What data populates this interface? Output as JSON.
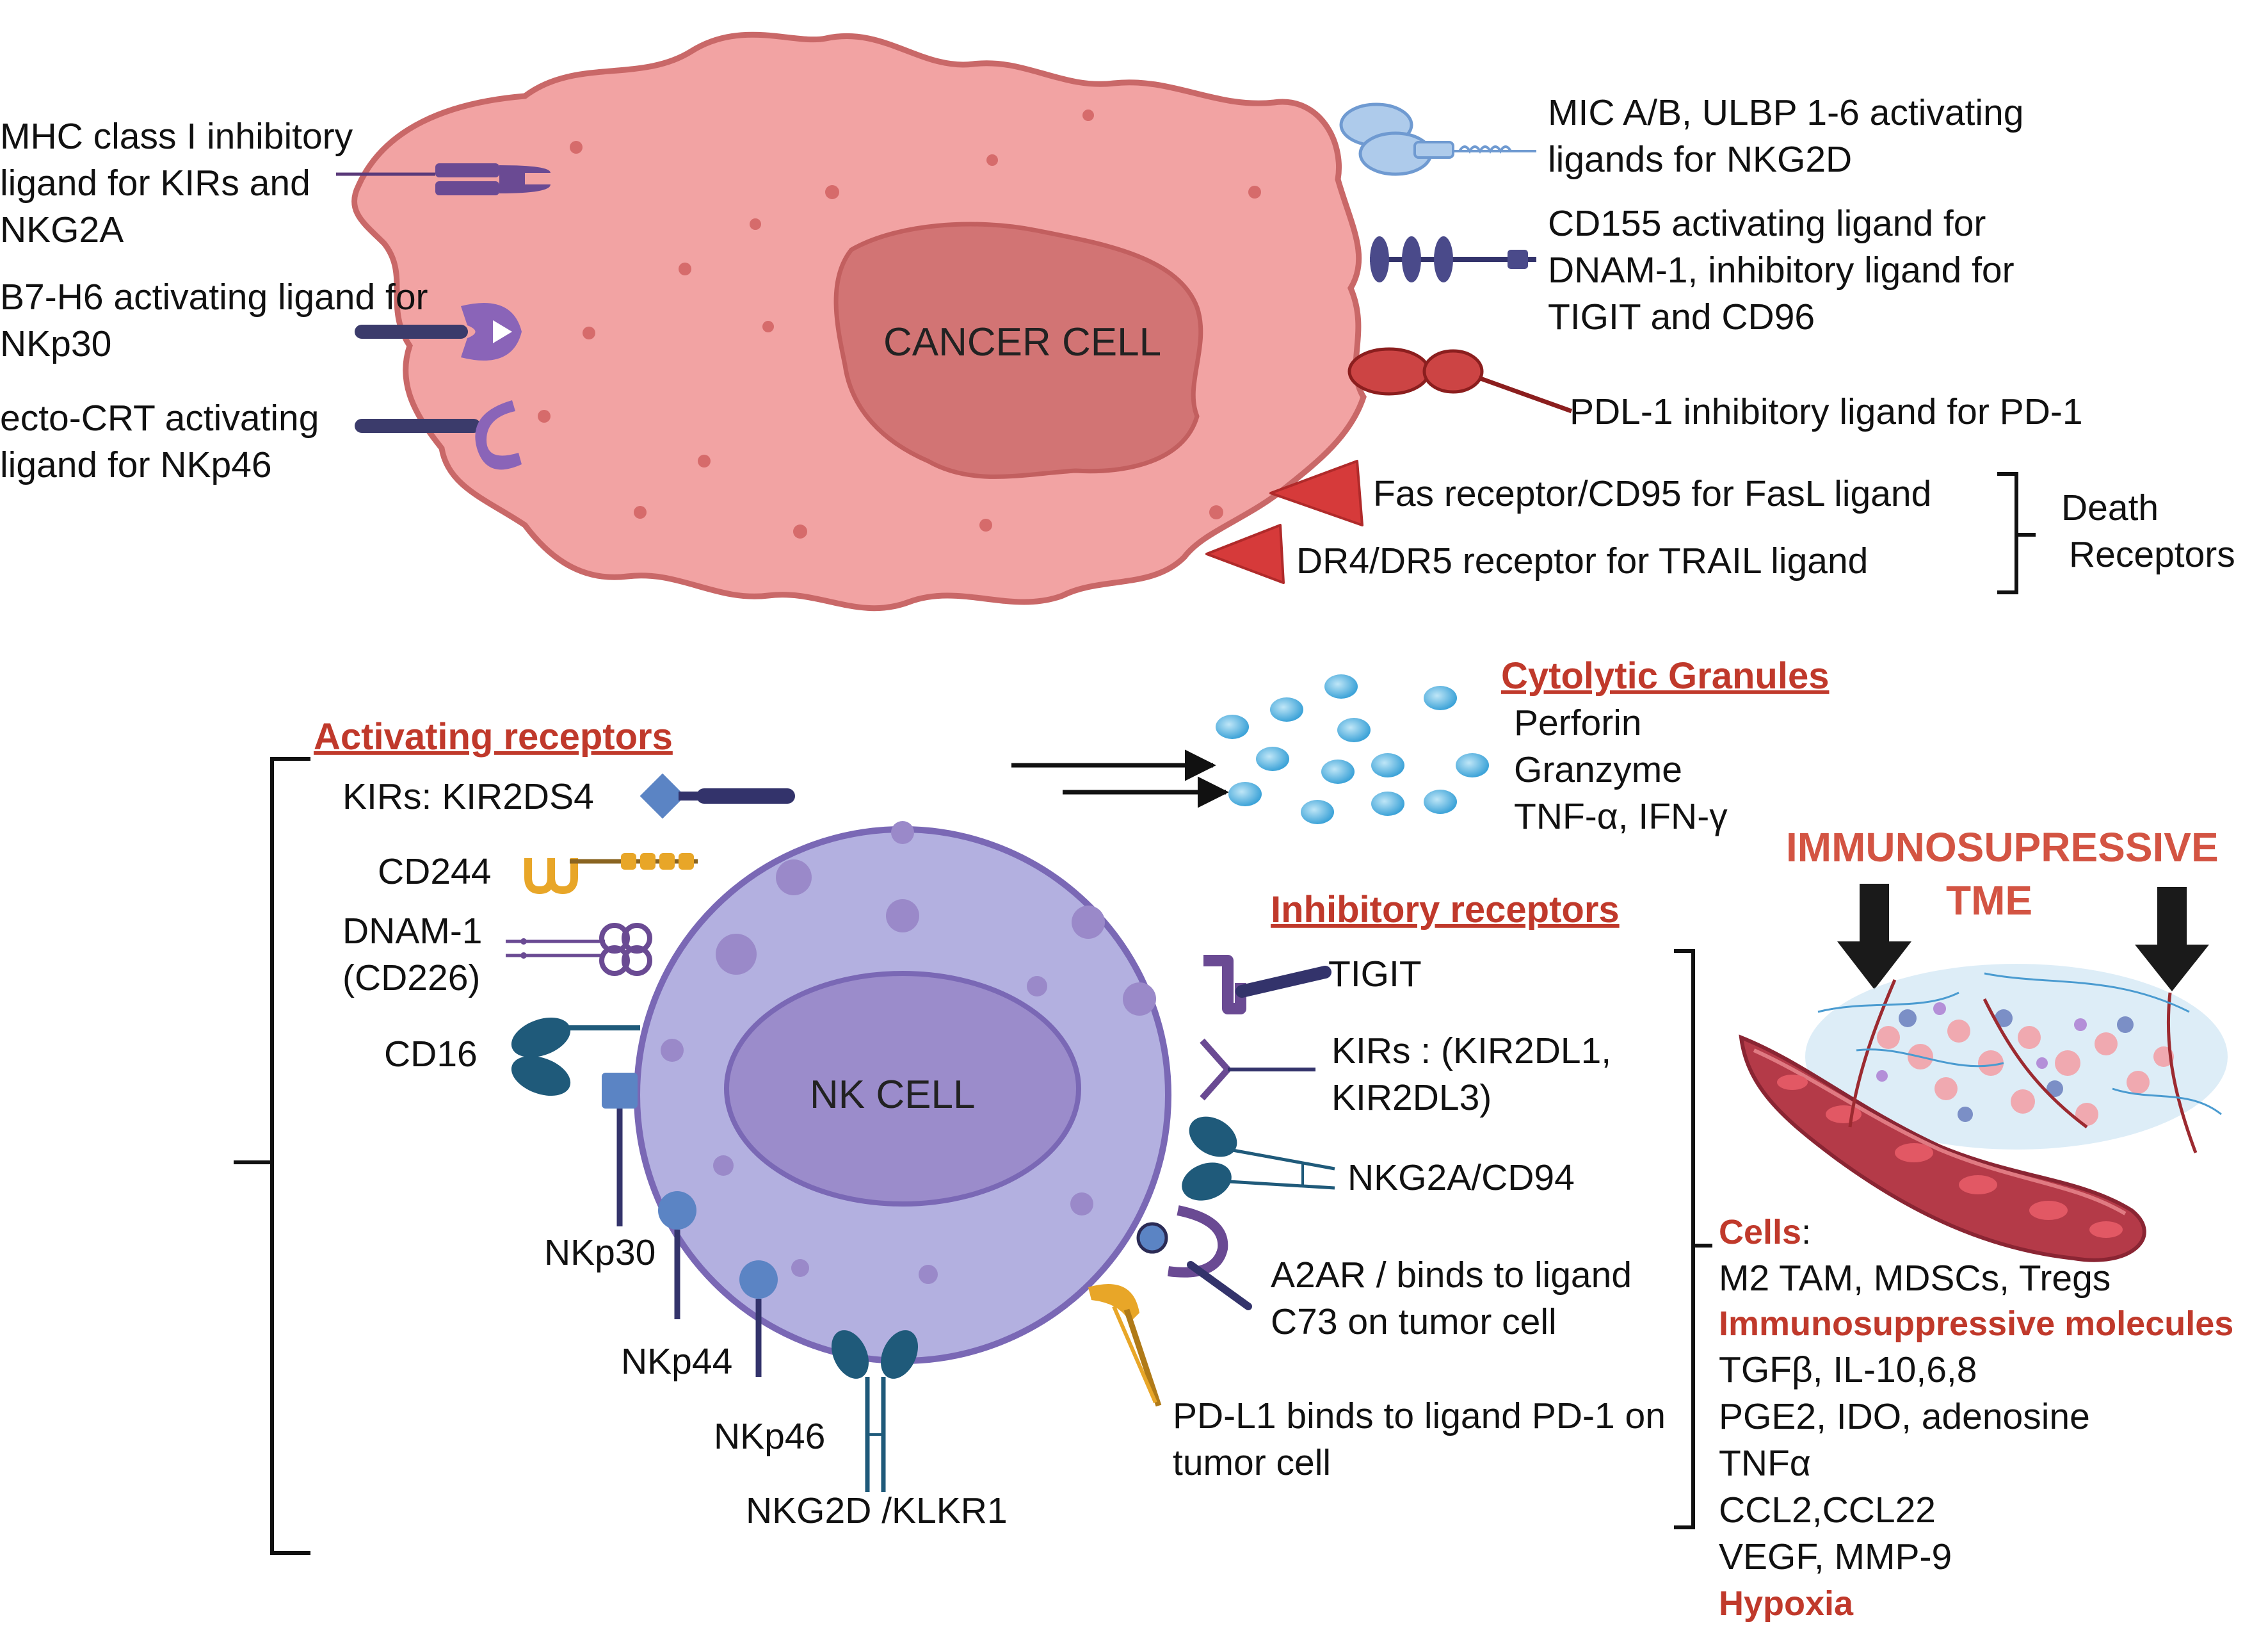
{
  "cancer_cell": {
    "title": "CANCER CELL",
    "ligands_left": {
      "mhc": [
        "MHC class I inhibitory",
        "ligand for KIRs and",
        "NKG2A"
      ],
      "b7h6": [
        "B7-H6 activating ligand for",
        "NKp30"
      ],
      "ecto_crt": [
        "ecto-CRT activating",
        "ligand for NKp46"
      ]
    },
    "ligands_right": {
      "mic": [
        "MIC A/B, ULBP 1-6 activating",
        "ligands for  NKG2D"
      ],
      "cd155": [
        "CD155  activating  ligand for",
        "DNAM-1, inhibitory ligand for",
        "TIGIT and CD96"
      ],
      "pdl1": "PDL-1 inhibitory ligand for PD-1",
      "fas": "Fas receptor/CD95 for FasL ligand",
      "dr": "DR4/DR5 receptor for TRAIL ligand"
    },
    "death_receptors": [
      "Death",
      "Receptors"
    ]
  },
  "nk_cell": {
    "title": "NK CELL",
    "activating_heading": "Activating receptors",
    "activating": {
      "kirs": "KIRs: KIR2DS4",
      "cd244": "CD244",
      "dnam": [
        "DNAM-1",
        "(CD226)"
      ],
      "cd16": "CD16",
      "nkp30": "NKp30",
      "nkp44": "NKp44",
      "nkp46": "NKp46",
      "nkg2d": "NKG2D /KLKR1"
    },
    "inhibitory_heading": "Inhibitory receptors",
    "inhibitory": {
      "tigit": "TIGIT",
      "kirs": [
        "KIRs : (KIR2DL1,",
        "KIR2DL3)"
      ],
      "nkg2a": "NKG2A/CD94",
      "a2ar": [
        "A2AR / binds to ligand",
        "C73 on  tumor cell"
      ],
      "pdl1": [
        "PD-L1 binds to ligand PD-1 on",
        "tumor cell"
      ]
    }
  },
  "granules": {
    "heading": "Cytolytic Granules",
    "items": [
      "Perforin",
      "Granzyme",
      "TNF-α, IFN-γ"
    ]
  },
  "tme": {
    "title": [
      "IMMUNOSUPRESSIVE",
      "TME"
    ],
    "cells_label": "Cells",
    "cells_colon": ":",
    "cells": "M2 TAM, MDSCs, Tregs",
    "molecules_label": "Immunosuppressive molecules",
    "molecules": [
      "TGFβ, IL-10,6,8",
      "PGE2, IDO, adenosine",
      "TNFα",
      "CCL2,CCL22",
      "VEGF, MMP-9"
    ],
    "hypoxia": "Hypoxia"
  },
  "colors": {
    "cancer_fill": "#f2a3a3",
    "cancer_stroke": "#c96868",
    "nucleus_fill": "#d27474",
    "nk_fill": "#b3b0e0",
    "nk_stroke": "#7a68b5",
    "nk_nucleus": "#9b8ccb",
    "heading_red": "#c0392b",
    "receptor_purple": "#6a4a93",
    "receptor_navy": "#33336b",
    "receptor_teal": "#1f5a7a",
    "receptor_gold": "#e8a628",
    "death_red": "#d63a3a"
  }
}
